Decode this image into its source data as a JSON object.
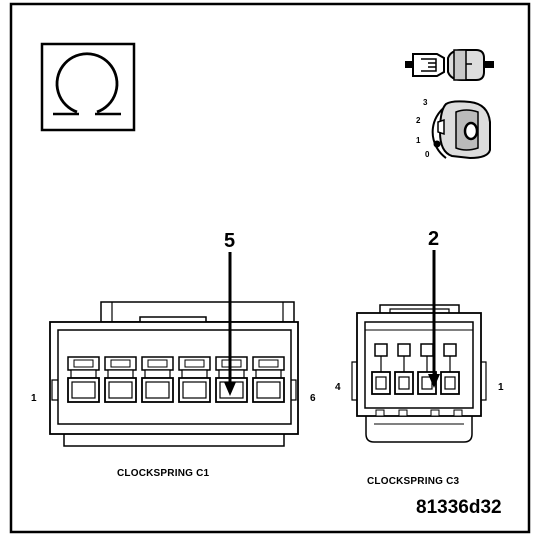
{
  "symbols": {
    "ohm_box": "ohmmeter-symbol",
    "connector_icon": "connector-symbol",
    "ignition_icon": "ignition-switch-symbol"
  },
  "ignition_positions": [
    "3",
    "2",
    "1",
    "0"
  ],
  "connector_c1": {
    "caption": "CLOCKSPRING C1",
    "pin_left": "1",
    "pin_right": "6",
    "callout": "5"
  },
  "connector_c3": {
    "caption": "CLOCKSPRING C3",
    "pin_left": "4",
    "pin_right": "1",
    "callout": "2"
  },
  "figure_code": "81336d32"
}
